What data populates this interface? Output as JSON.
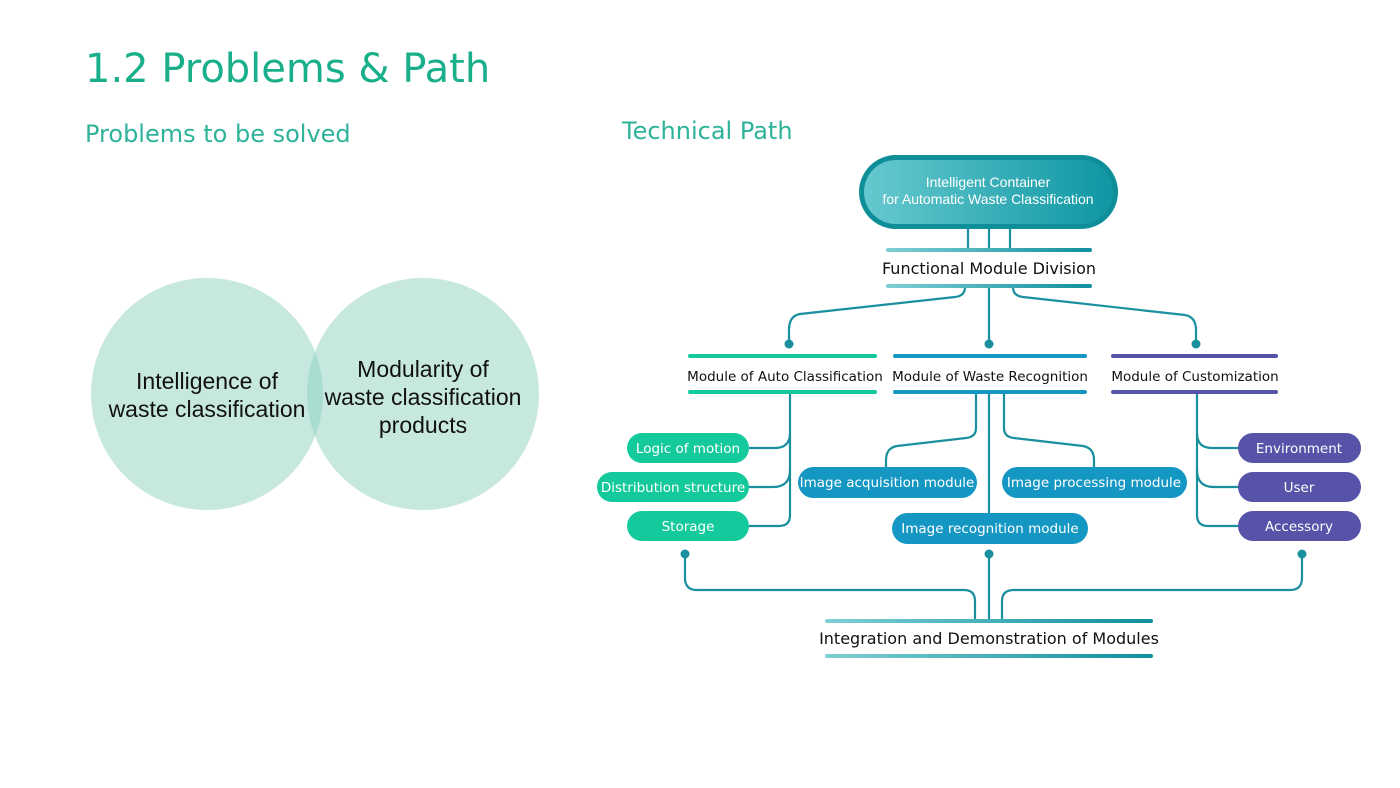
{
  "page_title": "1.2 Problems & Path",
  "left_section": {
    "title": "Problems to be solved",
    "venn": {
      "left_circle": [
        "Intelligence of",
        "waste classification"
      ],
      "right_circle": [
        "Modularity of",
        "waste classification",
        "products"
      ]
    }
  },
  "right_section": {
    "title": "Technical Path",
    "root": [
      "Intelligent Container",
      "for Automatic Waste Classification"
    ],
    "division": "Functional Module Division",
    "modules": [
      {
        "name": "Module of Auto Classification",
        "color": "#14c99b",
        "items": [
          "Logic of motion",
          "Distribution structure",
          "Storage"
        ]
      },
      {
        "name": "Module of Waste Recognition",
        "color": "#1597c4",
        "items": [
          "Image acquisition module",
          "Image processing module",
          "Image recognition module"
        ]
      },
      {
        "name": "Module of Customization",
        "color": "#5753a8",
        "items": [
          "Environment",
          "User",
          "Accessory"
        ]
      }
    ],
    "integration": "Integration and Demonstration of Modules"
  },
  "colors": {
    "title_teal": "#1aaf8b",
    "connector": "#1a8f9e",
    "venn_fill": "#c7e8df",
    "venn_overlap": "#a8ddd0"
  }
}
